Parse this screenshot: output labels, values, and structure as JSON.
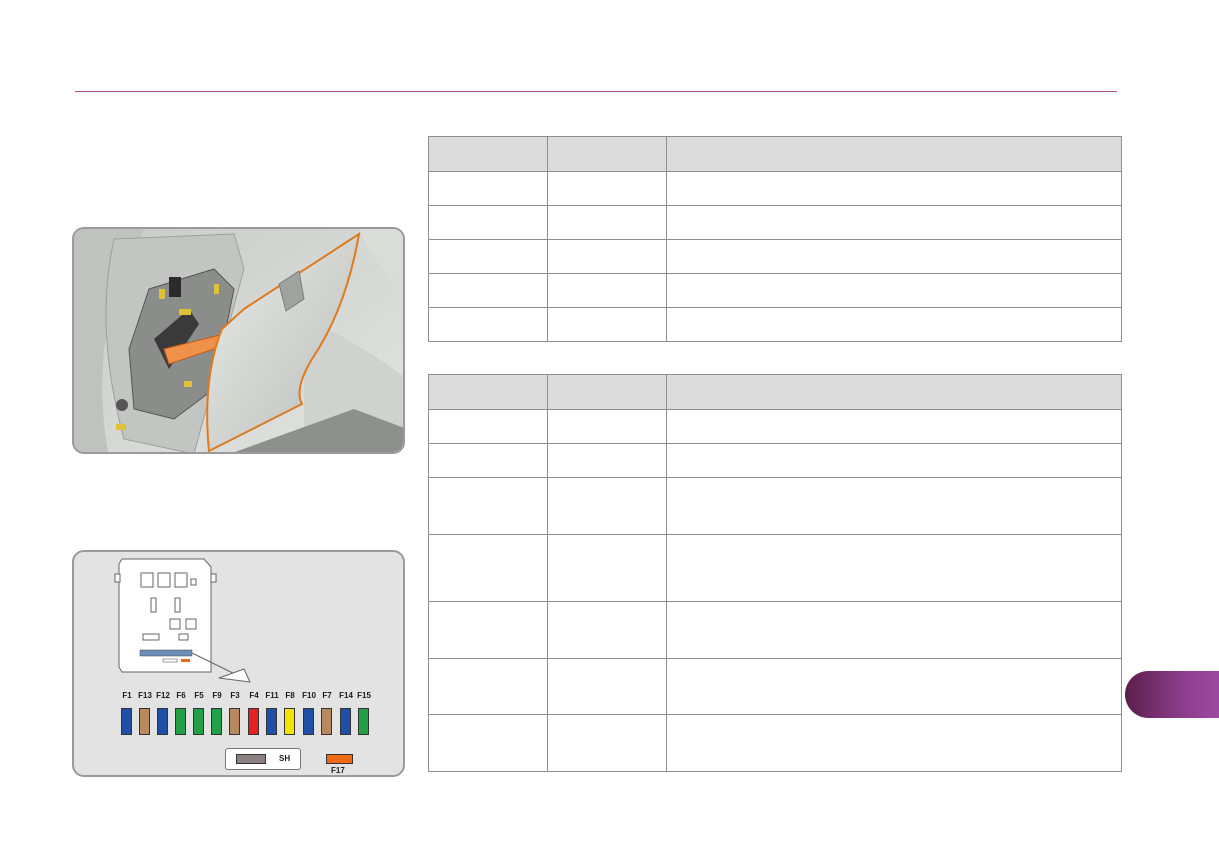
{
  "colors": {
    "accent_rule": "#b0529a",
    "side_tab": "#8c3c8b"
  },
  "photo": {
    "icon": "dashboard-glovebox-photo"
  },
  "fuse_diagram": {
    "fuses": [
      {
        "label": "F1",
        "color": "#1f4fa6"
      },
      {
        "label": "F13",
        "color": "#b8895d"
      },
      {
        "label": "F12",
        "color": "#1f4fa6"
      },
      {
        "label": "F6",
        "color": "#23a045"
      },
      {
        "label": "F5",
        "color": "#23a045"
      },
      {
        "label": "F9",
        "color": "#23a045"
      },
      {
        "label": "F3",
        "color": "#b8895d"
      },
      {
        "label": "F4",
        "color": "#e52025"
      },
      {
        "label": "F11",
        "color": "#1f4fa6"
      },
      {
        "label": "F8",
        "color": "#f4e500"
      },
      {
        "label": "F10",
        "color": "#1f4fa6"
      },
      {
        "label": "F7",
        "color": "#b8895d"
      },
      {
        "label": "F14",
        "color": "#1f4fa6"
      },
      {
        "label": "F15",
        "color": "#23a045"
      }
    ],
    "shunt": {
      "label": "SH",
      "color": "#8b7f7f"
    },
    "spare": {
      "label": "F17",
      "color": "#ee6a17"
    }
  },
  "table_1": {
    "rows": 5
  },
  "table_2": {
    "rows": 7
  }
}
